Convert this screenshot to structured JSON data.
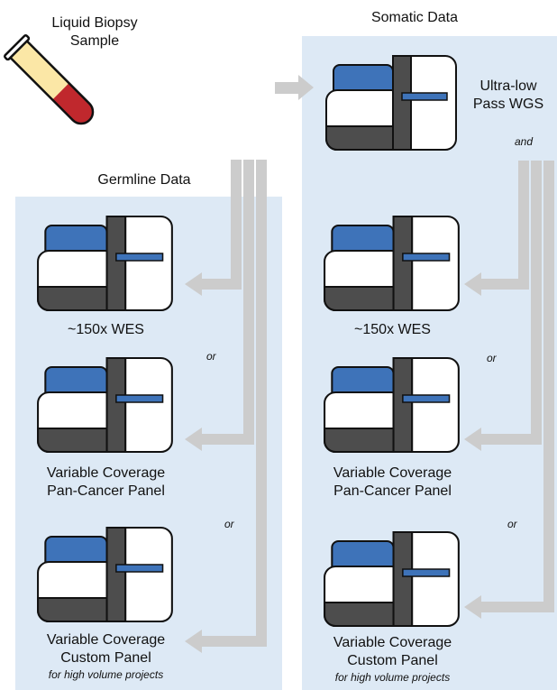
{
  "sample": {
    "label_line1": "Liquid Biopsy",
    "label_line2": "Sample"
  },
  "somatic": {
    "title": "Somatic Data",
    "wgs_line1": "Ultra-low",
    "wgs_line2": "Pass WGS",
    "and": "and",
    "wes": "~150x WES",
    "or1": "or",
    "pan_line1": "Variable Coverage",
    "pan_line2": "Pan-Cancer Panel",
    "or2": "or",
    "custom_line1": "Variable Coverage",
    "custom_line2": "Custom Panel",
    "custom_note": "for high volume projects"
  },
  "germline": {
    "title": "Germline Data",
    "wes": "~150x WES",
    "or1": "or",
    "pan_line1": "Variable Coverage",
    "pan_line2": "Pan-Cancer Panel",
    "or2": "or",
    "custom_line1": "Variable Coverage",
    "custom_line2": "Custom Panel",
    "custom_note": "for high volume projects"
  },
  "colors": {
    "panel": "#dde9f5",
    "arrow": "#cccccc",
    "device_blue": "#3e73b9",
    "device_dark": "#4d4d4d",
    "tube_red": "#c0282d",
    "tube_yellow": "#fbe7a6"
  }
}
